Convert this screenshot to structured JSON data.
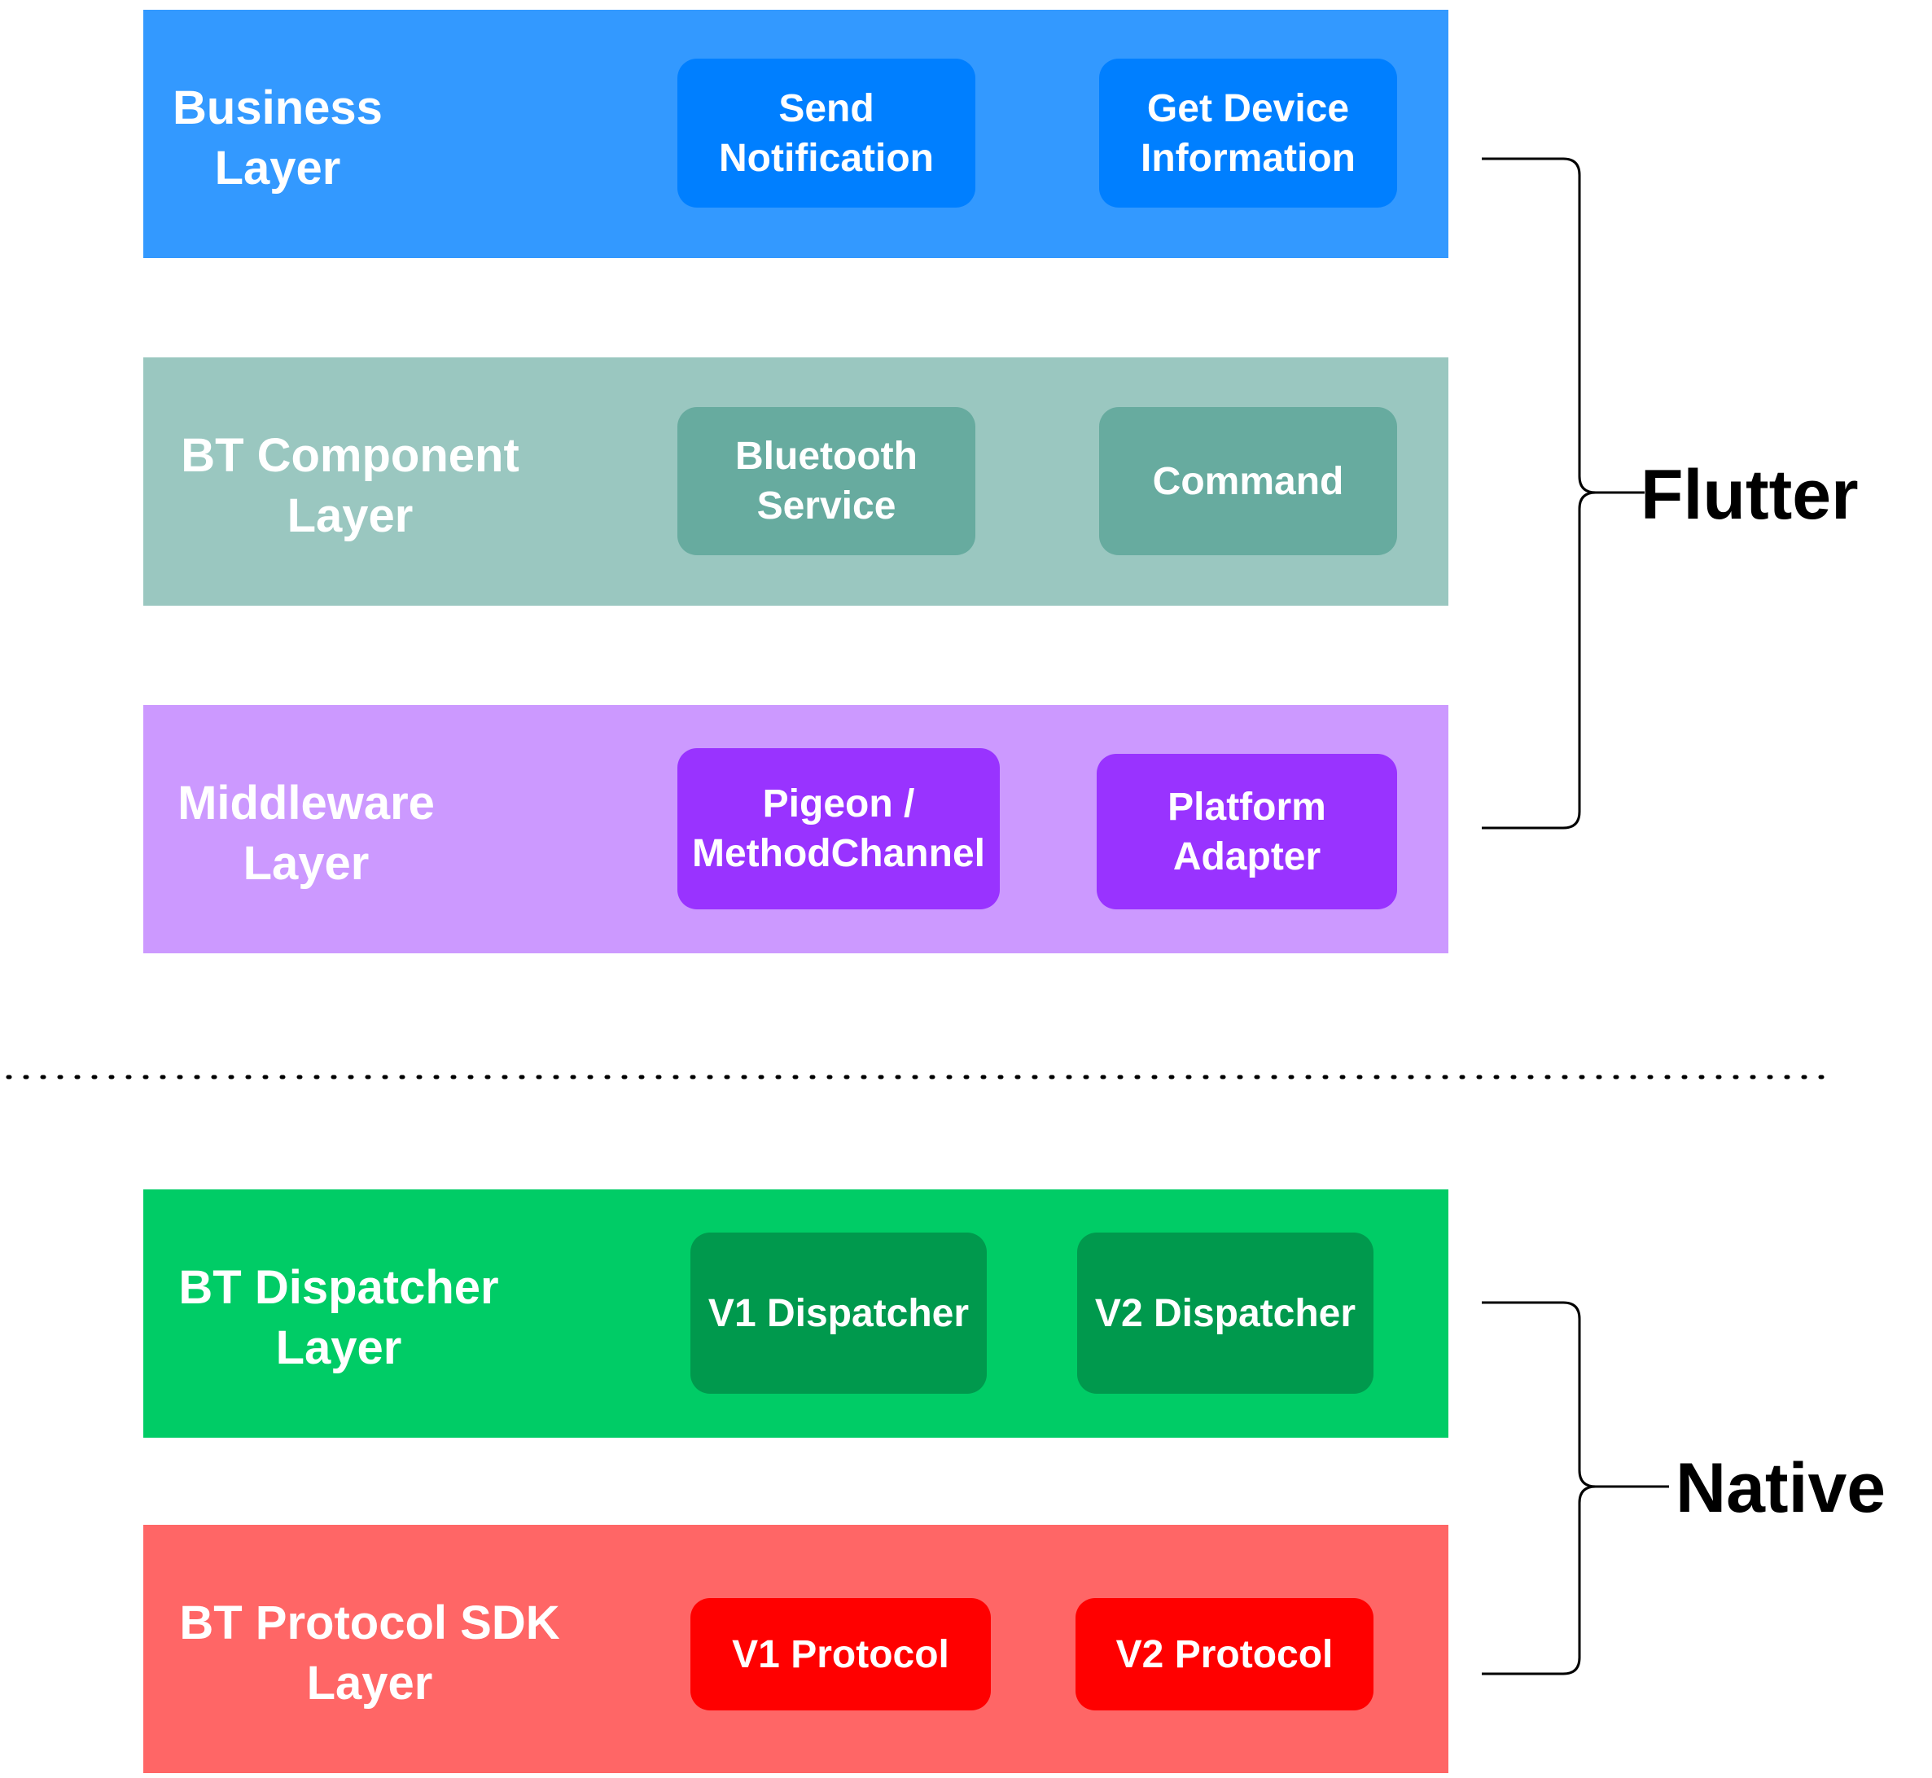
{
  "colors": {
    "business_bg": "#3399FF",
    "business_box": "#007FFF",
    "component_bg": "#9AC7C0",
    "component_box": "#67AB9F",
    "middleware_bg": "#CC99FF",
    "middleware_box": "#9933FF",
    "dispatcher_bg": "#00CC66",
    "dispatcher_box": "#00994D",
    "protocol_bg": "#FF6666",
    "protocol_box": "#FF0000"
  },
  "layers": {
    "business": {
      "title": "Business\nLayer",
      "box1": "Send\nNotification",
      "box2": "Get Device\nInformation"
    },
    "component": {
      "title": "BT Component\nLayer",
      "box1": "Bluetooth\nService",
      "box2": "Command"
    },
    "middleware": {
      "title": "Middleware\nLayer",
      "box1": "Pigeon /\nMethodChannel",
      "box2": "Platform\nAdapter"
    },
    "dispatcher": {
      "title": "BT Dispatcher\nLayer",
      "box1": "V1 Dispatcher",
      "box2": "V2 Dispatcher"
    },
    "protocol": {
      "title": "BT Protocol SDK\nLayer",
      "box1": "V1 Protocol",
      "box2": "V2 Protocol"
    }
  },
  "groups": {
    "flutter": "Flutter",
    "native": "Native"
  }
}
